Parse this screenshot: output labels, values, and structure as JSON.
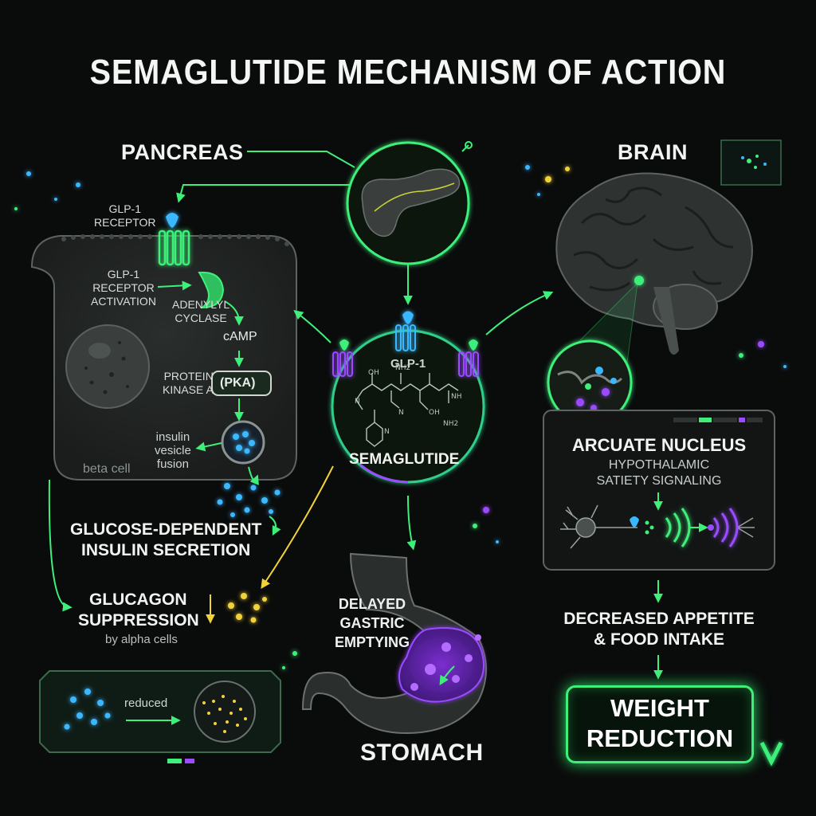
{
  "title": "SEMAGLUTIDE MECHANISM OF ACTION",
  "headers": {
    "pancreas": "PANCREAS",
    "brain": "BRAIN",
    "stomach": "STOMACH"
  },
  "center": {
    "receptor": "GLP-1",
    "drug": "SEMAGLUTIDE",
    "molecule_atoms": [
      "OH",
      "NH2",
      "N",
      "N",
      "OH",
      "NH2",
      "NH",
      "N"
    ]
  },
  "beta_cell": {
    "receptor_label": [
      "GLP-1",
      "RECEPTOR"
    ],
    "activation_label": [
      "GLP-1",
      "RECEPTOR",
      "ACTIVATION"
    ],
    "adenylyl": [
      "ADENYLYL",
      "CYCLASE"
    ],
    "camp": "cAMP",
    "pka_label": [
      "PROTEIN",
      "KINASE A"
    ],
    "pka_box": "(PKA)",
    "vesicle": [
      "insulin",
      "vesicle",
      "fusion"
    ],
    "cell_name": "beta cell"
  },
  "outcomes": {
    "insulin": [
      "GLUCOSE-DEPENDENT",
      "INSULIN SECRETION"
    ],
    "glucagon": [
      "GLUCAGON",
      "SUPPRESSION"
    ],
    "glucagon_sub": "by alpha cells",
    "reduced": "reduced",
    "gastric": [
      "DELAYED",
      "GASTRIC",
      "EMPTYING"
    ],
    "arcuate": "ARCUATE NUCLEUS",
    "arcuate_sub": [
      "HYPOTHALAMIC",
      "SATIETY SIGNALING"
    ],
    "appetite": [
      "DECREASED APPETITE",
      "& FOOD INTAKE"
    ],
    "weight": [
      "WEIGHT",
      "REDUCTION"
    ]
  },
  "colors": {
    "green": "#3ef07a",
    "blue": "#3ab8ff",
    "purple": "#9a4cff",
    "yellow": "#f2d23a",
    "panel": "#1c1f1e"
  }
}
